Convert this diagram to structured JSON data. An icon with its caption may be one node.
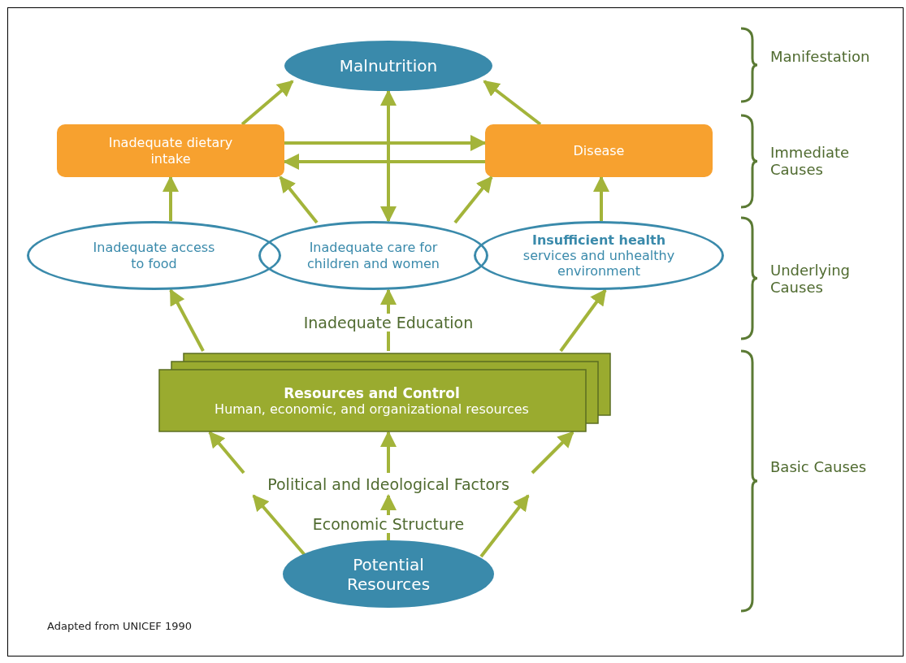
{
  "diagram": {
    "caption": "Adapted from UNICEF 1990",
    "nodes": [
      {
        "text": [
          "Malnutrition"
        ]
      },
      {
        "text": [
          "Inadequate dietary intake"
        ]
      },
      {
        "text": [
          "Disease"
        ]
      },
      {
        "text": [
          "Inadequate access to food"
        ]
      },
      {
        "text": [
          "Inadequate care for children and women"
        ]
      },
      {
        "text": [
          "**Insufficient health** services and unhealthy environment"
        ]
      },
      {
        "text": [
          "Resources and Control",
          "Human, economic, and organizational resources"
        ]
      },
      {
        "text": [
          "Potential Resources"
        ]
      },
      {
        "text": [
          "Political and Ideological Factors"
        ]
      }
    ],
    "edges": [
      {
        "from": 1,
        "to": 0,
        "arrow": "to"
      },
      {
        "from": 2,
        "to": 0,
        "arrow": "to"
      },
      {
        "from": 4,
        "to": 0,
        "arrow": "both"
      },
      {
        "from": 1,
        "to": 2,
        "arrow": "to"
      },
      {
        "from": 2,
        "to": 1,
        "arrow": "to"
      },
      {
        "from": 3,
        "to": 1,
        "arrow": "to"
      },
      {
        "from": 4,
        "to": 1,
        "arrow": "to"
      },
      {
        "from": 4,
        "to": 2,
        "arrow": "to"
      },
      {
        "from": 5,
        "to": 2,
        "arrow": "to"
      },
      {
        "from": 6,
        "to": 3,
        "arrow": "to"
      },
      {
        "from": 6,
        "to": 4,
        "arrow": "to",
        "label": "Inadequate Education"
      },
      {
        "from": 6,
        "to": 5,
        "arrow": "to"
      },
      {
        "from": 7,
        "to": 8,
        "arrow": "to"
      },
      {
        "from": 7,
        "to": 8,
        "arrow": "to",
        "label": "Economic Structure"
      },
      {
        "from": 7,
        "to": 8,
        "arrow": "to"
      },
      {
        "from": 8,
        "to": 6,
        "arrow": "to"
      },
      {
        "from": 8,
        "to": 6,
        "arrow": "to"
      },
      {
        "from": 8,
        "to": 6,
        "arrow": "to"
      }
    ],
    "labels": [
      "Manifestation",
      "Immediate Causes",
      "Underlying Causes",
      "Basic Causes"
    ]
  }
}
